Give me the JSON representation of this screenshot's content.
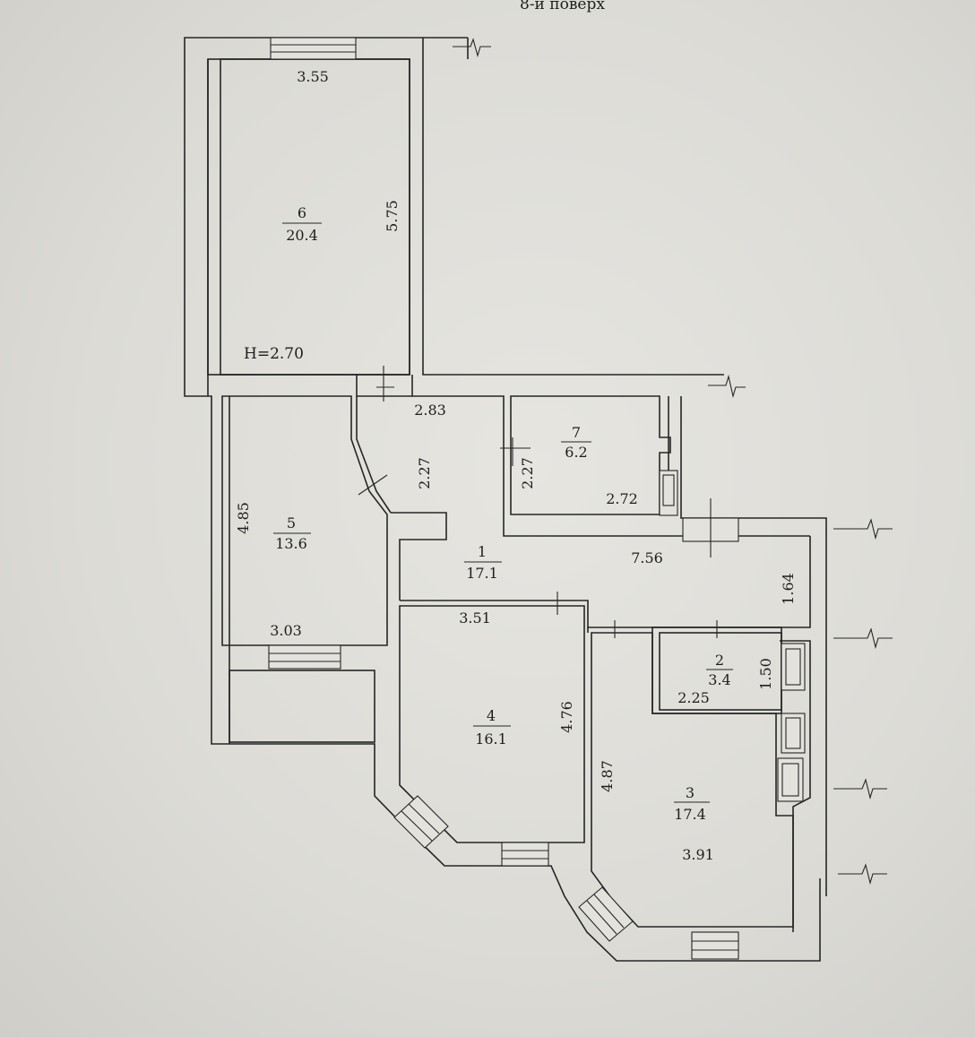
{
  "header": {
    "floor_label": "8-й поверх"
  },
  "ceiling_height": "H=2.70",
  "rooms": [
    {
      "number": "6",
      "area": "20.4"
    },
    {
      "number": "5",
      "area": "13.6"
    },
    {
      "number": "7",
      "area": "6.2"
    },
    {
      "number": "1",
      "area": "17.1"
    },
    {
      "number": "4",
      "area": "16.1"
    },
    {
      "number": "2",
      "area": "3.4"
    },
    {
      "number": "3",
      "area": "17.4"
    }
  ],
  "dimensions": {
    "room6_width": "3.55",
    "room6_length": "5.75",
    "corridor_top": "2.83",
    "corridor_side": "2.27",
    "room7_side": "2.27",
    "room7_width": "2.72",
    "room5_length": "4.85",
    "room5_width": "3.03",
    "hall_length": "7.56",
    "hall_width": "1.64",
    "room4_width": "3.51",
    "room4_length": "4.76",
    "room2_width": "2.25",
    "room2_length": "1.50",
    "room3_length": "4.87",
    "room3_width": "3.91"
  }
}
